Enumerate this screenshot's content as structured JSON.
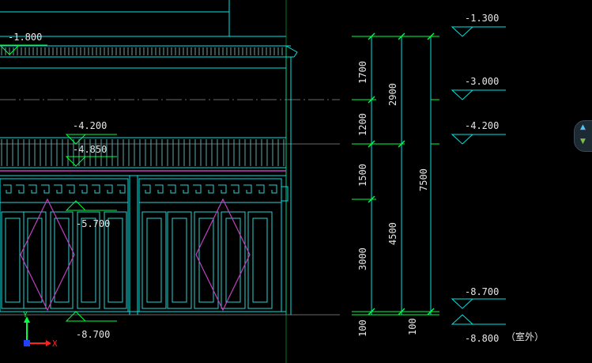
{
  "levels": {
    "l_1800": "-1.800",
    "l_1300": "-1.300",
    "l_3000": "-3.000",
    "l_4200a": "-4.200",
    "l_4850": "-4.850",
    "l_4200b": "-4.200",
    "l_5700": "-5.700",
    "l_8700a": "-8.700",
    "l_8700b": "-8.700",
    "l_8800": "-8.800"
  },
  "dims": {
    "d1700": "1700",
    "d1200": "1200",
    "d1500": "1500",
    "d3000": "3000",
    "d100a": "100",
    "d2900": "2900",
    "d4500": "4500",
    "d100b": "100",
    "d7500": "7500"
  },
  "note": "（室外）",
  "ucs": {
    "x": "X",
    "y": "Y"
  },
  "colors": {
    "cyan": "#00e5e5",
    "green": "#00ff3c",
    "magenta": "#c040c0",
    "white": "#e6e6e6"
  }
}
